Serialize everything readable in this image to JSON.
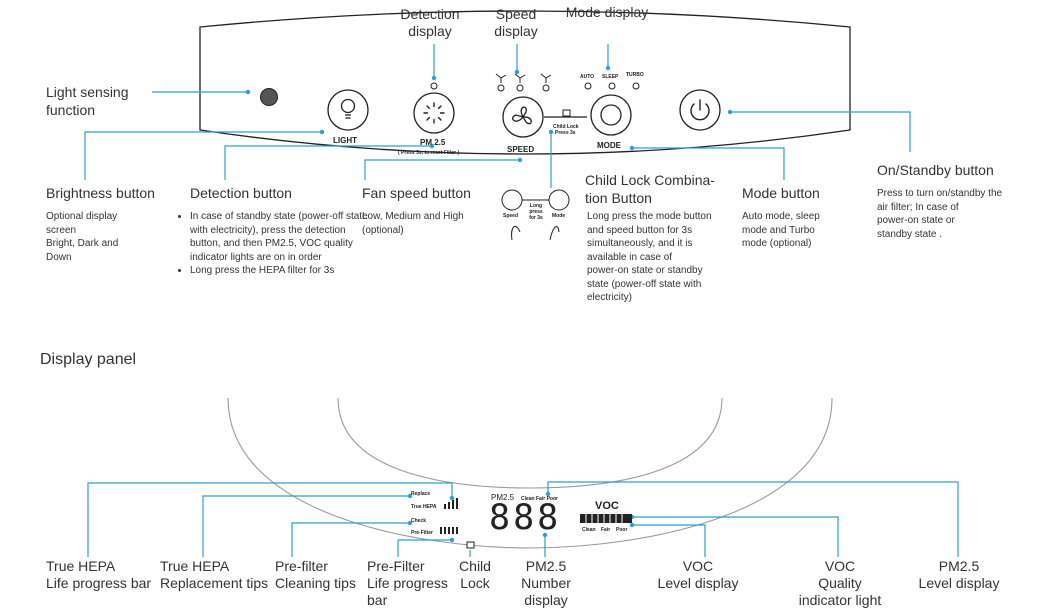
{
  "top": {
    "callouts": {
      "detection_display": "Detection\ndisplay",
      "speed_display": "Speed\ndisplay",
      "mode_display": "Mode display",
      "light_sensing": "Light sensing\nfunction"
    },
    "panel_labels": {
      "light": "LIGHT",
      "pm25": "PM 2.5",
      "pm25_note": "( Press 3s, to reset Filter )",
      "speed": "SPEED",
      "mode": "MODE",
      "auto": "AUTO",
      "sleep": "SLEEP",
      "turbo": "TURBO",
      "child_lock": "Child Lock",
      "press_3s": "Press 3s"
    },
    "buttons": {
      "brightness": {
        "title": "Brightness button",
        "desc": "Optional display\nscreen\nBright, Dark and\nDown"
      },
      "detection": {
        "title": "Detection button",
        "desc": [
          "In case of standby state (power-off state with electricity), press the detection button, and then PM2.5, VOC quality indicator lights are on in order",
          "Long press the HEPA filter for 3s"
        ]
      },
      "fan_speed": {
        "title": "Fan speed button",
        "desc": "Low, Medium and High\n(optional)"
      },
      "child_lock": {
        "title": "Child Lock Combina-\ntion Button",
        "desc": "Long press the mode button\nand speed button for 3s\nsimultaneously, and it is\navailable in case of\npower-on state or standby\nstate (power-off state with\nelectricity)"
      },
      "mode": {
        "title": "Mode button",
        "desc": "Auto mode, sleep\nmode and Turbo\nmode (optional)"
      },
      "onstandby": {
        "title": "On/Standby button",
        "desc": "Press to turn on/standby the\nair filter; In case of\npower-on state or\nstandby state ."
      }
    },
    "combo_icon": {
      "speed": "Speed",
      "long_press": "Long press\nfor 3s",
      "mode": "Mode"
    }
  },
  "display_panel": {
    "title": "Display panel",
    "labels": {
      "replace": "Replace",
      "true_hepa": "True HEPA",
      "check": "Check",
      "pre_filter": "Pre-Filter",
      "pm25": "PM2.5",
      "clean_fair_poor_top": "Clean Fair Poor",
      "voc": "VOC",
      "clean": "Clean",
      "fair": "Fair",
      "poor": "Poor",
      "digits": "888"
    },
    "callouts": [
      {
        "id": "true-hepa-life",
        "text": "True HEPA\nLife progress bar"
      },
      {
        "id": "true-hepa-replacement",
        "text": "True HEPA\nReplacement tips"
      },
      {
        "id": "pre-filter-cleaning",
        "text": "Pre-filter\nCleaning tips"
      },
      {
        "id": "pre-filter-life",
        "text": "Pre-Filter\nLife progress\nbar"
      },
      {
        "id": "child-lock",
        "text": "Child\nLock"
      },
      {
        "id": "pm25-number",
        "text": "PM2.5\nNumber\ndisplay"
      },
      {
        "id": "voc-level",
        "text": "VOC\nLevel display"
      },
      {
        "id": "voc-quality",
        "text": "VOC\nQuality\nindicator light"
      },
      {
        "id": "pm25-level",
        "text": "PM2.5\nLevel display"
      }
    ]
  },
  "colors": {
    "leader": "#2a9fd0",
    "ink": "#333333",
    "panel": "#222222"
  }
}
